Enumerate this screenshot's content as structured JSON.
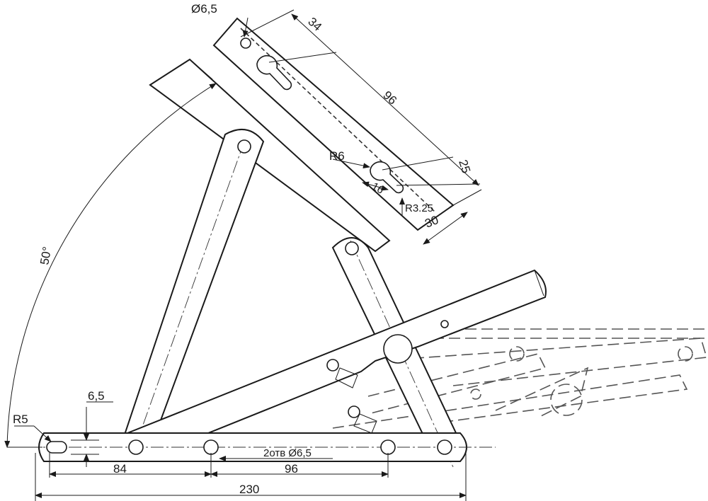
{
  "dimensions": {
    "hole_top": "Ø6,5",
    "d34": "34",
    "d96_plate": "96",
    "d25": "25",
    "r6": "R6",
    "d16": "16",
    "r325": "R3.25",
    "d30": "30",
    "angle": "50°",
    "d65": "6,5",
    "r5": "R5",
    "d84": "84",
    "d96_base": "96",
    "d230": "230",
    "holes_note": "2отв Ø6,5"
  }
}
